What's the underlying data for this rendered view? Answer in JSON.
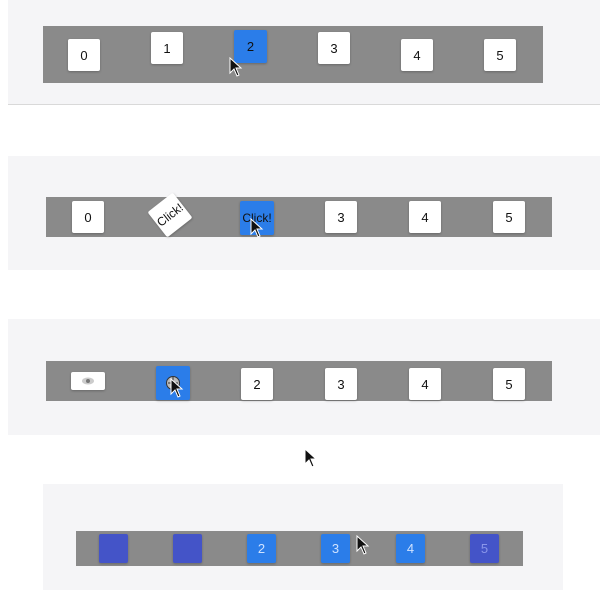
{
  "rows": [
    {
      "tiles": [
        "0",
        "1",
        "2",
        "3",
        "4",
        "5"
      ],
      "active_index": 2
    },
    {
      "tiles": [
        "0",
        "Click!",
        "Click!",
        "3",
        "4",
        "5"
      ],
      "active_index": 2
    },
    {
      "tiles": [
        "",
        "",
        "2",
        "3",
        "4",
        "5"
      ],
      "active_index": 1
    },
    {
      "tiles": [
        "",
        "",
        "2",
        "3",
        "4",
        "5"
      ],
      "active_index": null
    }
  ],
  "colors": {
    "bar": "#8a8a8a",
    "tile": "#ffffff",
    "active": "#2b7de9",
    "indigo": "#4454c8"
  }
}
